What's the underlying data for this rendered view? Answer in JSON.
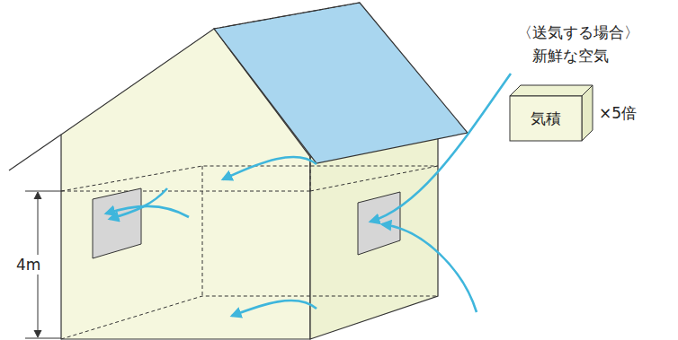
{
  "diagram": {
    "nodes": [
      {
        "text": [
          "気積"
        ]
      }
    ],
    "labels": [
      "〈送気する場合〉",
      "新鮮な空気",
      "×5倍",
      "4m"
    ]
  }
}
